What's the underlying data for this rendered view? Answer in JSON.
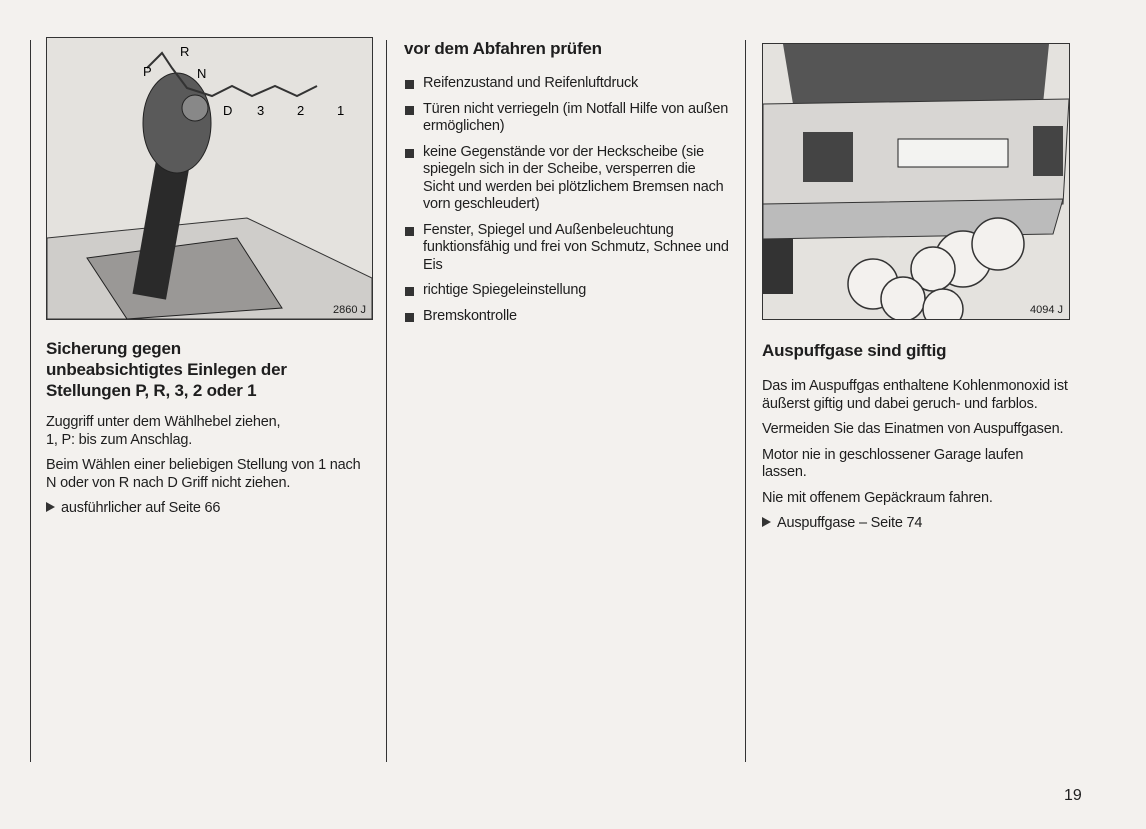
{
  "left": {
    "figure_code": "2860 J",
    "figure_labels": {
      "p": "P",
      "r": "R",
      "n": "N",
      "d": "D",
      "three": "3",
      "two": "2",
      "one": "1"
    },
    "heading": "Sicherung gegen unbeabsichtigtes Einlegen der Stellungen P, R, 3, 2 oder 1",
    "paragraphs": [
      "Zuggriff unter dem Wählhebel ziehen, 1, P: bis zum Anschlag.",
      "Beim Wählen einer beliebigen Stellung von 1 nach N oder von R nach D Griff nicht ziehen."
    ],
    "reference": "ausführlicher auf Seite 66"
  },
  "middle": {
    "heading": "vor dem Abfahren prüfen",
    "items": [
      "Reifenzustand und Reifenluftdruck",
      "Türen nicht verriegeln (im Notfall Hilfe von außen ermöglichen)",
      "keine Gegenstände vor der Heckscheibe (sie spiegeln sich in der Scheibe, versperren die Sicht und werden bei plötzlichem Bremsen nach vorn geschleudert)",
      "Fenster, Spiegel und Außenbeleuchtung funktionsfähig und frei von Schmutz, Schnee und Eis",
      "richtige Spiegeleinstellung",
      "Bremskontrolle"
    ]
  },
  "right": {
    "figure_code": "4094 J",
    "heading": "Auspuffgase sind giftig",
    "paragraphs": [
      "Das im Auspuffgas enthaltene Kohlenmonoxid ist äußerst giftig und dabei geruch- und farblos.",
      "Vermeiden Sie das Einatmen von Auspuffgasen.",
      "Motor nie in geschlossener Garage laufen lassen.",
      "Nie mit offenem Gepäckraum fahren."
    ],
    "reference": "Auspuffgase – Seite 74"
  },
  "page_number": "19"
}
